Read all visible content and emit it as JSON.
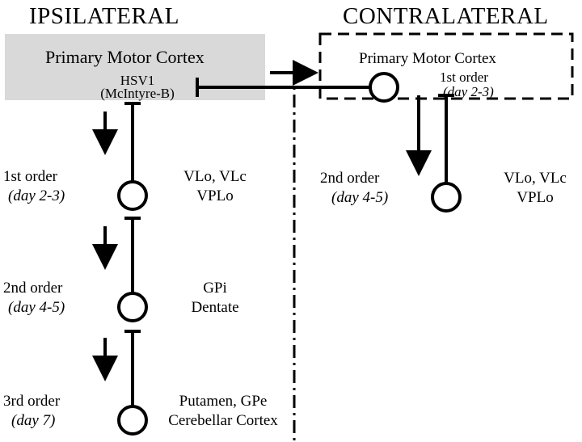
{
  "headers": {
    "left": "IPSILATERAL",
    "right": "CONTRALATERAL"
  },
  "ipsi": {
    "cortex_title": "Primary Motor Cortex",
    "virus": "HSV1",
    "strain": "(McIntyre-B)",
    "levels": [
      {
        "order": "1st order",
        "day": "(day 2-3)",
        "regions": [
          "VLo, VLc",
          "VPLo"
        ]
      },
      {
        "order": "2nd order",
        "day": "(day 4-5)",
        "regions": [
          "GPi",
          "Dentate"
        ]
      },
      {
        "order": "3rd order",
        "day": "(day 7)",
        "regions": [
          "Putamen, GPe",
          "Cerebellar Cortex"
        ]
      }
    ]
  },
  "contra": {
    "cortex_title": "Primary Motor Cortex",
    "cortex_order": "1st order",
    "cortex_day": "(day 2-3)",
    "level": {
      "order": "2nd order",
      "day": "(day 4-5)",
      "regions": [
        "VLo, VLc",
        "VPLo"
      ]
    }
  },
  "colors": {
    "cortex_fill": "#d9d9d9",
    "ink": "#000000"
  }
}
